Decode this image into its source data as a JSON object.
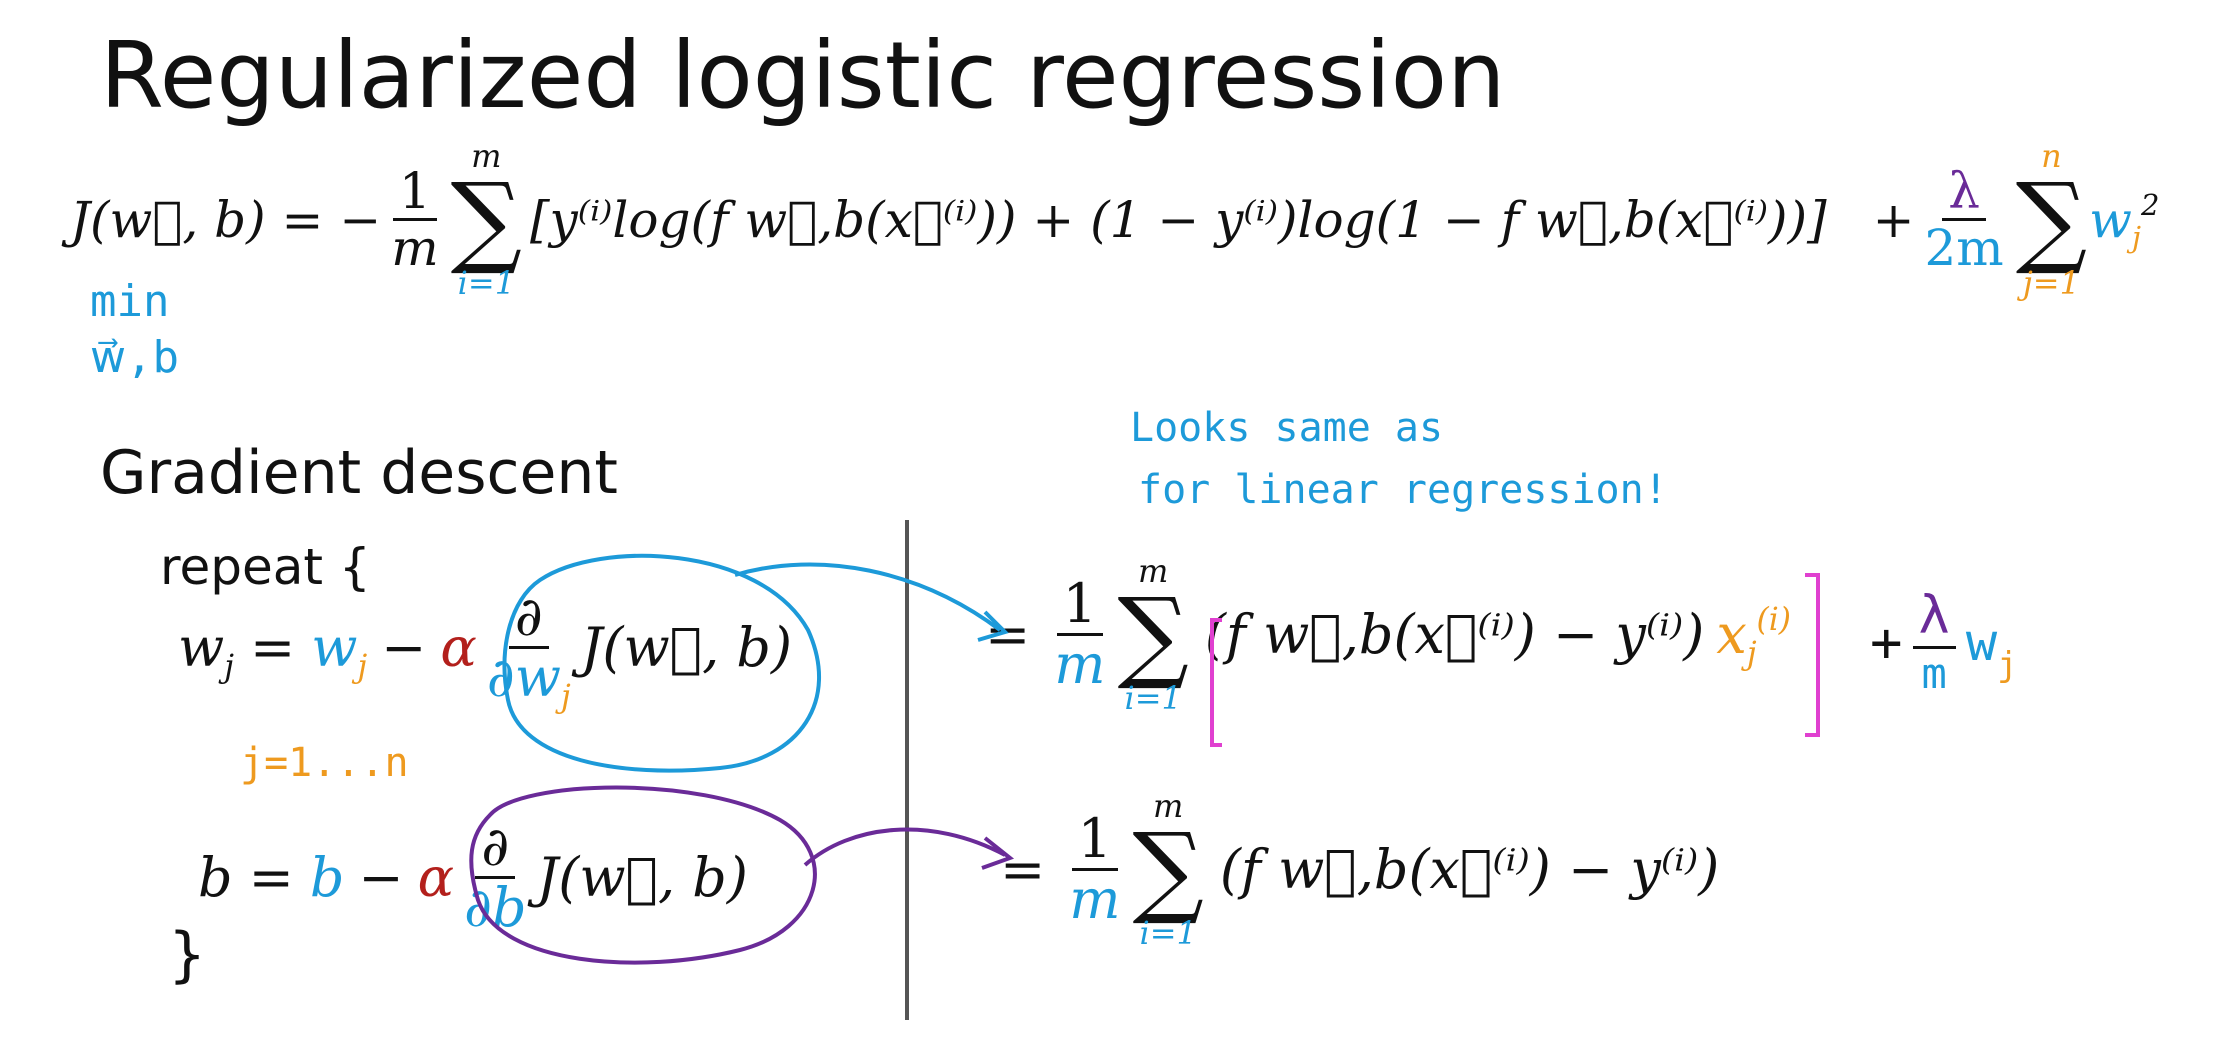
{
  "slide": {
    "title": "Regularized logistic regression",
    "cost": {
      "lhs": "J(w⃗, b) = −",
      "frac_num": "1",
      "frac_den": "m",
      "sum_upper": "m",
      "sum_lower": "i=1",
      "body": "[y⁽ⁱ⁾log(f w⃗,b(x⃗⁽ⁱ⁾)) + (1 − y⁽ⁱ⁾)log(1 − f w⃗,b(x⃗⁽ⁱ⁾))]",
      "reg_plus": "+",
      "reg_num": "λ",
      "reg_den": "2m",
      "reg_sum_upper": "n",
      "reg_sum_lower": "j=1",
      "reg_term": "w",
      "reg_term_sub": "j",
      "reg_term_sup": "2"
    },
    "min_note": {
      "line1": "min",
      "line2": "w⃗,b"
    },
    "gradient_heading": "Gradient descent",
    "repeat_label": "repeat {",
    "closing_brace": "}",
    "w_update": {
      "lhs": "w",
      "lhs_sub": "j",
      "eq": "=",
      "w": "w",
      "w_sub": "j",
      "minus": "−",
      "alpha": "α",
      "partial_num": "∂",
      "partial_den": "∂w",
      "partial_den_sub": "j",
      "J": "J(w⃗, b)"
    },
    "j_range_note": "j=1...n",
    "b_update": {
      "lhs": "b",
      "eq": "=",
      "b": "b",
      "minus": "−",
      "alpha": "α",
      "partial_num": "∂",
      "partial_den": "∂b",
      "J": "J(w⃗, b)"
    },
    "handwritten_note": {
      "line1": "Looks same as",
      "line2": "for linear regression!"
    },
    "dw_result": {
      "eq": "=",
      "frac_num": "1",
      "frac_den": "m",
      "sum_upper": "m",
      "sum_lower": "i=1",
      "body": "(f w⃗,b(x⃗⁽ⁱ⁾) − y⁽ⁱ⁾)",
      "x": "x",
      "x_sub": "j",
      "x_sup": "(i)",
      "plus": "+",
      "reg_num": "λ",
      "reg_den": "m",
      "reg_w": "w",
      "reg_w_sub": "j"
    },
    "db_result": {
      "eq": "=",
      "frac_num": "1",
      "frac_den": "m",
      "sum_upper": "m",
      "sum_lower": "i=1",
      "body": "(f w⃗,b(x⃗⁽ⁱ⁾) − y⁽ⁱ⁾)"
    },
    "colors": {
      "blue": "#1d9ad9",
      "orange": "#ee9a1f",
      "red": "#b3201c",
      "purple": "#6a2b98",
      "magenta": "#e040d0",
      "ink": "#111111"
    }
  }
}
